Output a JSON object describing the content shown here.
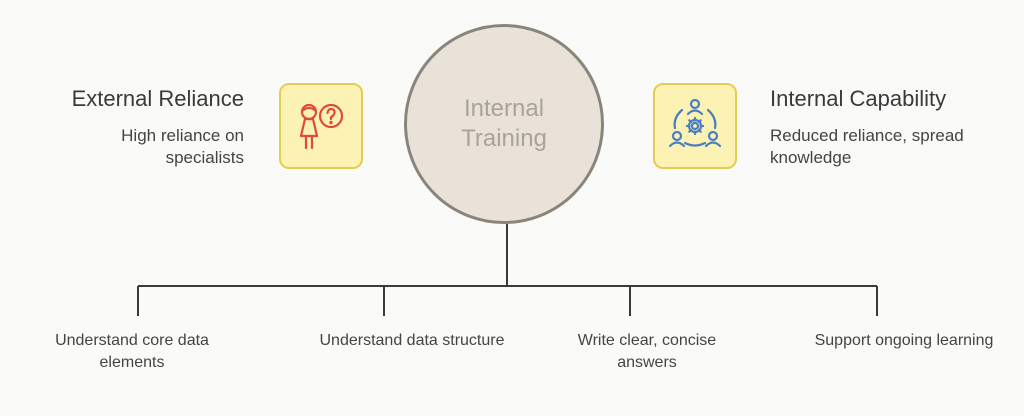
{
  "center": {
    "label": "Internal Training"
  },
  "left": {
    "title": "External Reliance",
    "description": "High reliance on specialists",
    "icon": "person-question-icon"
  },
  "right": {
    "title": "Internal Capability",
    "description": "Reduced reliance, spread knowledge",
    "icon": "team-gear-icon"
  },
  "leaves": [
    "Understand core data elements",
    "Understand data structure",
    "Write clear, concise answers",
    "Support ongoing learning"
  ],
  "colors": {
    "circle_fill": "#e8e2d9",
    "circle_stroke": "#8a847b",
    "tile_fill": "#fbf2b4",
    "tile_border": "#e4cd52",
    "icon_red": "#e04a3a",
    "icon_blue": "#4a7fc1",
    "line": "#3a3a3a"
  }
}
